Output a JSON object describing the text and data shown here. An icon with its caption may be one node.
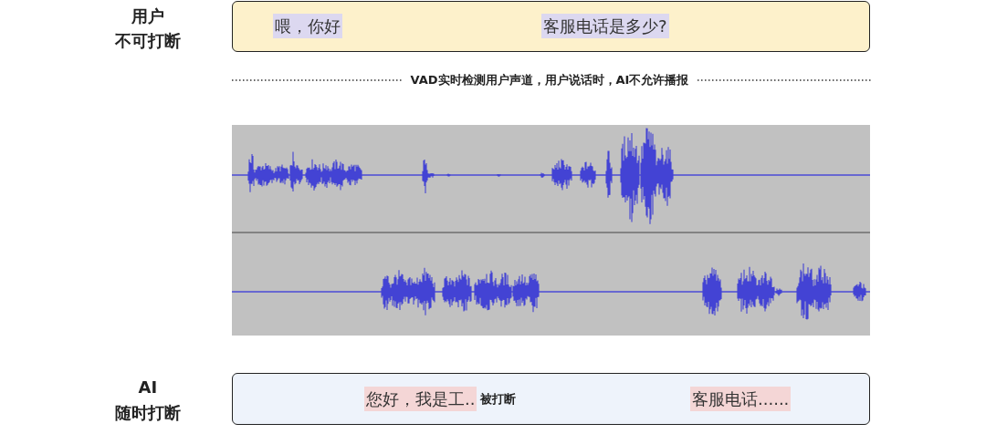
{
  "diagram": {
    "nodes": [
      {
        "text": [
          "喂，你好",
          "客服电话是多少?"
        ],
        "beside": [
          "用户",
          "不可打断"
        ]
      },
      {
        "text": [
          "您好，我是工..",
          "被打断",
          "客服电话......"
        ],
        "beside": [
          "AI",
          "随时打断"
        ]
      }
    ],
    "labels": [
      "VAD实时检测用户声道，用户说话时，AI不允许播报"
    ]
  }
}
